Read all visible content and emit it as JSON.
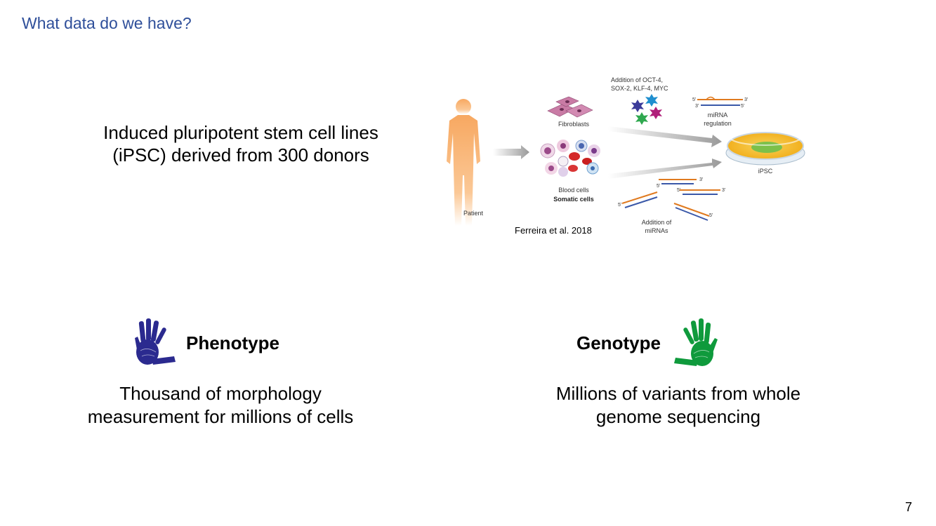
{
  "slide": {
    "title": "What data do we have?",
    "page_number": "7"
  },
  "ipsc": {
    "line1": "Induced pluripotent stem cell lines",
    "line2": "(iPSC) derived from 300 donors"
  },
  "figure": {
    "patient": "Patient",
    "fibroblasts": "Fibroblasts",
    "blood_cells": "Blood cells",
    "somatic_cells": "Somatic cells",
    "factors_line1": "Addition of OCT-4,",
    "factors_line2": "SOX-2, KLF-4, MYC",
    "mirna_reg_line1": "miRNA",
    "mirna_reg_line2": "regulation",
    "ipsc": "iPSC",
    "add_mirna_line1": "Addition of",
    "add_mirna_line2": "miRNAs",
    "five_prime": "5'",
    "three_prime": "3'",
    "citation": "Ferreira et al. 2018"
  },
  "phenotype": {
    "label": "Phenotype",
    "line1": "Thousand of morphology",
    "line2": "measurement for millions of cells",
    "icon": "blue-handprint-icon",
    "color": "#2b2a8f"
  },
  "genotype": {
    "label": "Genotype",
    "line1": "Millions of variants from whole",
    "line2": "genome sequencing",
    "icon": "green-handprint-icon",
    "color": "#0f9a3c"
  }
}
